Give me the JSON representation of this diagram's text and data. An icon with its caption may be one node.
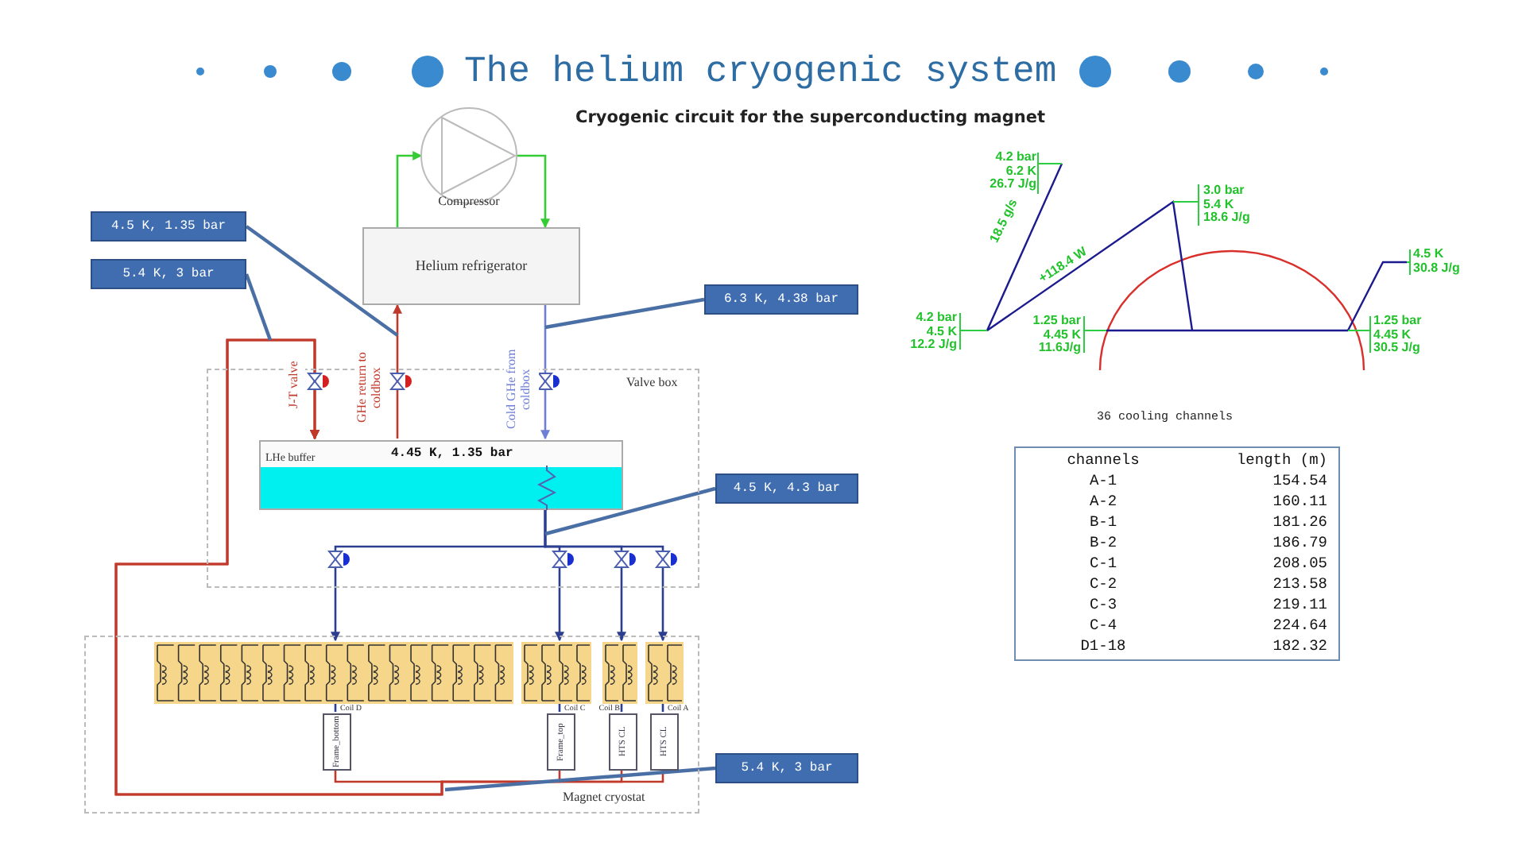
{
  "diagram": {
    "title": "The helium cryogenic system",
    "nodes": [
      {
        "text": [
          "Compressor"
        ]
      },
      {
        "text": [
          "Helium refrigerator"
        ]
      },
      {
        "text": [
          "Valve box"
        ]
      },
      {
        "text": [
          "LHe buffer",
          "4.45 K, 1.35 bar"
        ],
        "in": 2
      },
      {
        "text": [
          "Magnet cryostat"
        ]
      },
      {
        "text": [
          "Coil D"
        ],
        "in": 4
      },
      {
        "text": [
          "Coil C"
        ],
        "in": 4
      },
      {
        "text": [
          "Coil B"
        ],
        "in": 4
      },
      {
        "text": [
          "Coil A"
        ],
        "in": 4
      },
      {
        "text": [
          "Frame_bottom"
        ],
        "in": 4
      },
      {
        "text": [
          "Frame_top"
        ],
        "in": 4
      },
      {
        "text": [
          "HTS CL"
        ],
        "in": 4
      },
      {
        "text": [
          "HTS CL"
        ],
        "in": 4
      },
      {
        "text": [
          "4.5 K, 1.35 bar"
        ]
      },
      {
        "text": [
          "5.4 K, 3 bar"
        ]
      },
      {
        "text": [
          "6.3 K, 4.38 bar"
        ]
      },
      {
        "text": [
          "4.5 K, 4.3 bar"
        ]
      },
      {
        "text": [
          "5.4 K, 3 bar"
        ]
      }
    ],
    "edges": [
      {
        "from": 1,
        "to": 0,
        "arrow": "to",
        "color": "#33cc33"
      },
      {
        "from": 0,
        "to": 1,
        "arrow": "to",
        "color": "#33cc33"
      },
      {
        "from": 1,
        "to": 3,
        "arrow": "to",
        "label": "Cold GHe from coldbox",
        "color": "#6f7fd6"
      },
      {
        "from": 3,
        "to": 1,
        "arrow": "to",
        "label": "GHe return to coldbox",
        "color": "#c0392b"
      },
      {
        "from": 3,
        "to": 5,
        "arrow": "to",
        "color": "#2c3e8f"
      },
      {
        "from": 3,
        "to": 6,
        "arrow": "to",
        "color": "#2c3e8f"
      },
      {
        "from": 3,
        "to": 7,
        "arrow": "to",
        "color": "#2c3e8f"
      },
      {
        "from": 3,
        "to": 8,
        "arrow": "to",
        "color": "#2c3e8f"
      },
      {
        "from": 5,
        "to": 9,
        "arrow": "none",
        "color": "#2c3e8f"
      },
      {
        "from": 6,
        "to": 10,
        "arrow": "none",
        "color": "#2c3e8f"
      },
      {
        "from": 7,
        "to": 11,
        "arrow": "none",
        "color": "#2c3e8f"
      },
      {
        "from": 8,
        "to": 12,
        "arrow": "none",
        "color": "#2c3e8f"
      },
      {
        "from": 9,
        "to": 3,
        "arrow": "to",
        "label": "J-T valve",
        "color": "#c0392b"
      },
      {
        "from": 10,
        "to": 3,
        "arrow": "to",
        "color": "#c0392b"
      },
      {
        "from": 11,
        "to": 3,
        "arrow": "to",
        "color": "#c0392b"
      },
      {
        "from": 12,
        "to": 3,
        "arrow": "to",
        "color": "#c0392b"
      },
      {
        "from": 13,
        "to": null,
        "arrow": "none",
        "color": "#4a6fa5"
      },
      {
        "from": 14,
        "to": null,
        "arrow": "none",
        "color": "#4a6fa5"
      },
      {
        "from": 15,
        "to": null,
        "arrow": "none",
        "color": "#4a6fa5"
      },
      {
        "from": 16,
        "to": null,
        "arrow": "none",
        "color": "#4a6fa5"
      },
      {
        "from": 17,
        "to": null,
        "arrow": "none",
        "color": "#4a6fa5"
      }
    ],
    "labels": [
      "Cryogenic circuit for the superconducting magnet",
      "4.2 bar 6.2 K 26.7 J/g",
      "18.5 g/s",
      "3.0 bar 5.4 K 18.6 J/g",
      "+118.4 W",
      "4.5 K 30.8 J/g",
      "4.2 bar 4.5 K 12.2 J/g",
      "1.25 bar 4.45 K 11.6J/g",
      "1.25 bar 4.45 K 30.5 J/g",
      "36 cooling channels",
      "channels",
      "length (m)",
      "A-1",
      "154.54",
      "A-2",
      "160.11",
      "B-1",
      "181.26",
      "B-2",
      "186.79",
      "C-1",
      "208.05",
      "C-2",
      "213.58",
      "C-3",
      "219.11",
      "C-4",
      "224.64",
      "D1-18",
      "182.32"
    ]
  }
}
